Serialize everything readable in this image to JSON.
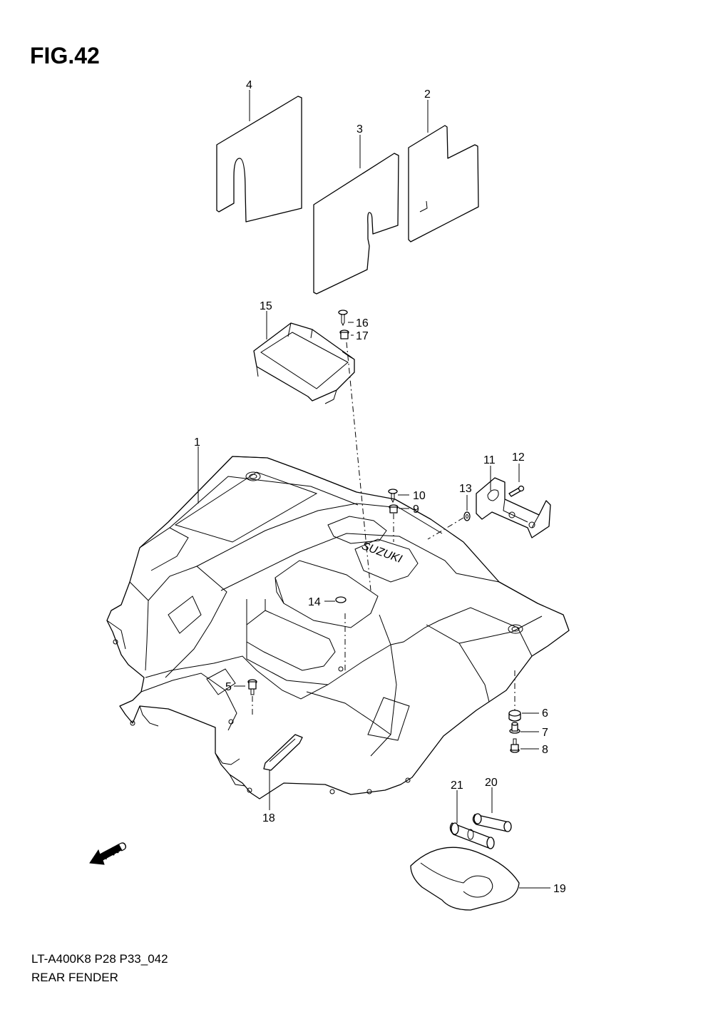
{
  "figure": {
    "title": "FIG.42",
    "model_code": "LT-A400K8 P28 P33_042",
    "name": "REAR FENDER"
  },
  "logo_texts": {
    "brand": "SUZUKI",
    "fwd_arrow": "FWD"
  },
  "callouts": [
    {
      "id": "1",
      "label": "1"
    },
    {
      "id": "2",
      "label": "2"
    },
    {
      "id": "3",
      "label": "3"
    },
    {
      "id": "4",
      "label": "4"
    },
    {
      "id": "5",
      "label": "5"
    },
    {
      "id": "6",
      "label": "6"
    },
    {
      "id": "7",
      "label": "7"
    },
    {
      "id": "8",
      "label": "8"
    },
    {
      "id": "9",
      "label": "9"
    },
    {
      "id": "10",
      "label": "10"
    },
    {
      "id": "11",
      "label": "11"
    },
    {
      "id": "12",
      "label": "12"
    },
    {
      "id": "13",
      "label": "13"
    },
    {
      "id": "14",
      "label": "14"
    },
    {
      "id": "15",
      "label": "15"
    },
    {
      "id": "16",
      "label": "16"
    },
    {
      "id": "17",
      "label": "17"
    },
    {
      "id": "18",
      "label": "18"
    },
    {
      "id": "19",
      "label": "19"
    },
    {
      "id": "20",
      "label": "20"
    },
    {
      "id": "21",
      "label": "21"
    }
  ]
}
